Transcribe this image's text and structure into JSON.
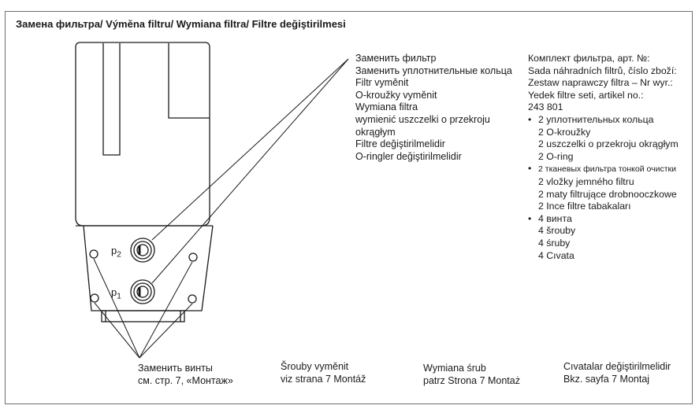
{
  "title": "Замена фильтра/ Výměna filtru/ Wymiana filtra/ Filtre değiştirilmesi",
  "filter_replace_lines": [
    "Заменить фильтр",
    "Заменить уплотнительные кольца",
    "Filtr vyměnit",
    "O-kroužky vyměnit",
    "Wymiana filtra",
    "wymienić uszczelki o przekroju",
    "okrągłym",
    "Filtre değiştirilmelidir",
    "O-ringler değiştirilmelidir"
  ],
  "kit": {
    "header_lines": [
      "Комплект фильтра, арт. №:",
      "Sada náhradních filtrů, číslo zboží:",
      "Zestaw naprawczy filtra – Nr wyr.:",
      "Yedek filtre seti, artikel no.:",
      "243 801"
    ],
    "groups": [
      {
        "lines": [
          "2 уплотнительных кольца",
          "2 O-kroužky",
          "2 uszczelki o przekroju okrągłym",
          "2 O-ring"
        ]
      },
      {
        "lines": [
          "2 тканевых фильтра тонкой очистки",
          "2 vložky jemného filtru",
          "2 maty filtrujące drobnooczkowe",
          "2 Ince filtre tabakaları"
        ]
      },
      {
        "lines": [
          "4 винта",
          "4 šrouby",
          "4 śruby",
          "4 Cıvata"
        ]
      }
    ]
  },
  "ports": {
    "p2": {
      "letter": "p",
      "sub": "2"
    },
    "p1": {
      "letter": "p",
      "sub": "1"
    }
  },
  "screws": [
    {
      "line1": "Заменить винты",
      "line2": "см. стр. 7, «Монтаж»"
    },
    {
      "line1": "Šrouby vyměnit",
      "line2": "viz strana 7 Montáž"
    },
    {
      "line1": "Wymiana śrub",
      "line2": "patrz Strona 7 Montaż"
    },
    {
      "line1": "Cıvatalar değiştirilmelidir",
      "line2": "Bkz. sayfa 7 Montaj"
    }
  ]
}
